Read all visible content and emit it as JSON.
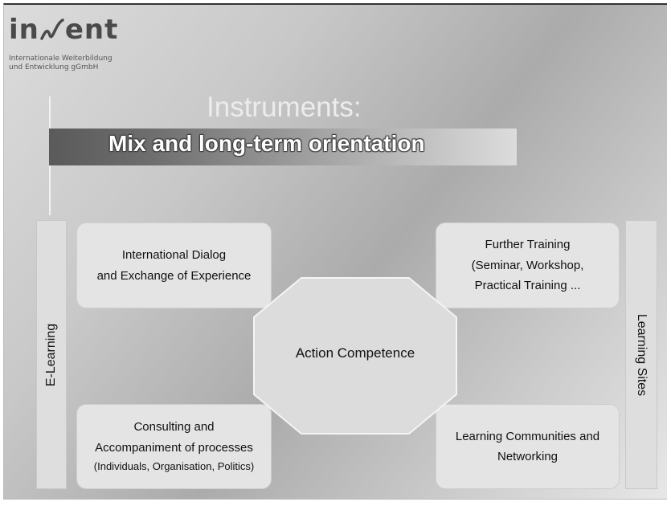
{
  "logo": {
    "wordmark_left": "in",
    "wordmark_right": "ent",
    "subtitle": "Internationale Weiterbildung\nund Entwicklung gGmbH"
  },
  "title": "Instruments:",
  "subtitle": "Mix and long-term  orientation",
  "side_left": "E-Learning",
  "side_right": "Learning Sites",
  "center": "Action Competence",
  "boxes": {
    "top_left": [
      "International Dialog",
      "and Exchange of Experience"
    ],
    "top_right": [
      "Further Training",
      "(Seminar, Workshop,",
      "Practical Training ..."
    ],
    "bottom_left": [
      "Consulting and",
      "Accompaniment of processes",
      "(Individuals, Organisation, Politics)"
    ],
    "bottom_right": [
      "Learning Communities and",
      "Networking"
    ]
  },
  "colors": {
    "background_light": "#dcdcdc",
    "background_dark": "#ababab",
    "box_fill": "#e4e4e4",
    "subtitle_bar_dark": "#5a5a5a"
  }
}
